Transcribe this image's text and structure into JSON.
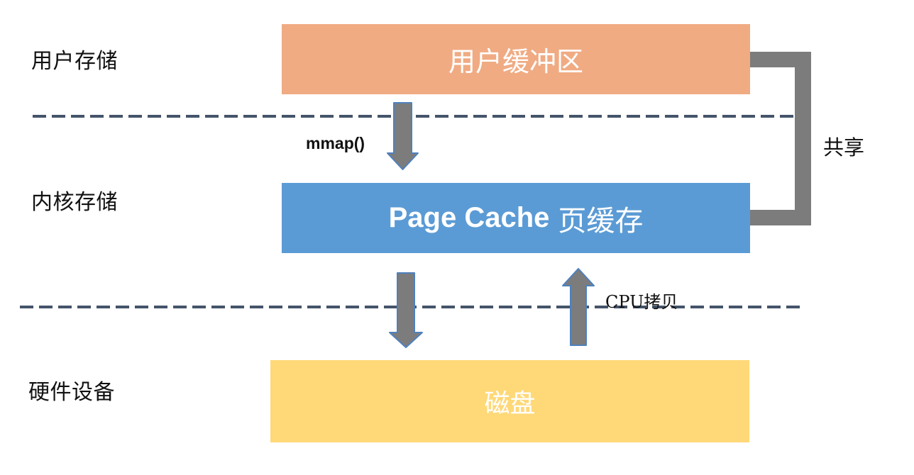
{
  "layers": {
    "user": "用户存储",
    "kernel": "内核存储",
    "hardware": "硬件设备"
  },
  "boxes": {
    "user_buffer": {
      "label": "用户缓冲区",
      "color": "#F0AB83"
    },
    "page_cache": {
      "label_en": "Page Cache",
      "label_zh": "页缓存",
      "color": "#5B9BD5"
    },
    "disk": {
      "label": "磁盘",
      "color": "#FFD877"
    }
  },
  "annotations": {
    "mmap": "mmap()",
    "cpu_copy": "CPU拷贝",
    "share": "共享"
  },
  "colors": {
    "arrow_fill": "#7C7C7C",
    "arrow_outline": "#4F81BD",
    "bracket": "#7C7C7C",
    "dashed_line": "#44546A",
    "label_text": "#111111",
    "box_text": "#FFFFFF"
  }
}
